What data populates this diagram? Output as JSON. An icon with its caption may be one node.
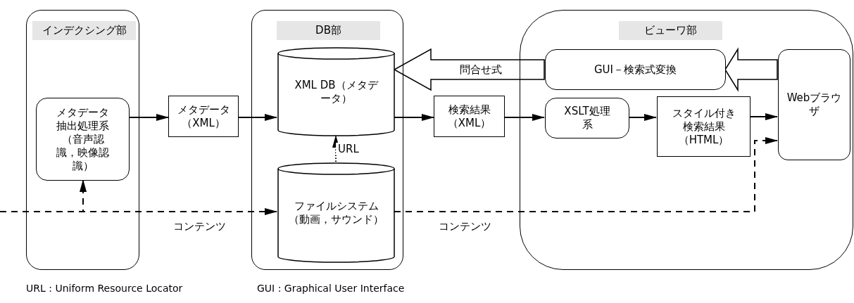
{
  "diagram": {
    "nodes": [
      {
        "text": [
          "インデクシング部"
        ]
      },
      {
        "text": [
          "メタデータ抽出処理系（音声認識，映像認識）"
        ],
        "in": 0
      },
      {
        "text": [
          "メタデータ（XML）"
        ]
      },
      {
        "text": [
          "DB部"
        ]
      },
      {
        "text": [
          "XML DB（メタデータ）"
        ],
        "in": 3
      },
      {
        "text": [
          "ファイルシステム（動画，サウンド）"
        ],
        "in": 3
      },
      {
        "text": [
          "検索結果（XML）"
        ]
      },
      {
        "text": [
          "ビューワ部"
        ]
      },
      {
        "text": [
          "GUI－検索式変換"
        ],
        "in": 7
      },
      {
        "text": [
          "Webブラウザ"
        ],
        "in": 7
      },
      {
        "text": [
          "XSLT処理系"
        ],
        "in": 7
      },
      {
        "text": [
          "スタイル付き検索結果（HTML）"
        ],
        "in": 7
      }
    ],
    "edges": [
      {
        "from": 1,
        "to": 2,
        "arrow": "to"
      },
      {
        "from": 2,
        "to": 4,
        "arrow": "to"
      },
      {
        "from": 4,
        "to": 6,
        "arrow": "to"
      },
      {
        "from": 6,
        "to": 10,
        "arrow": "to"
      },
      {
        "from": 10,
        "to": 11,
        "arrow": "to"
      },
      {
        "from": 11,
        "to": 9,
        "arrow": "to"
      },
      {
        "from": 5,
        "to": 4,
        "arrow": "to",
        "style": "dashed",
        "label": "URL"
      },
      {
        "from": 8,
        "to": 4,
        "arrow": "to",
        "style": "thick",
        "label": "問合せ式"
      },
      {
        "from": 9,
        "to": 8,
        "arrow": "to",
        "style": "thick"
      },
      {
        "from": null,
        "to": 5,
        "arrow": "to",
        "style": "dashed",
        "label": "コンテンツ"
      },
      {
        "from": null,
        "to": 1,
        "arrow": "to",
        "style": "dashed"
      },
      {
        "from": 5,
        "to": 9,
        "arrow": "to",
        "style": "dashed",
        "label": "コンテンツ"
      }
    ],
    "labels": [
      "URL : Uniform Resource Locator",
      "GUI : Graphical User Interface"
    ]
  }
}
